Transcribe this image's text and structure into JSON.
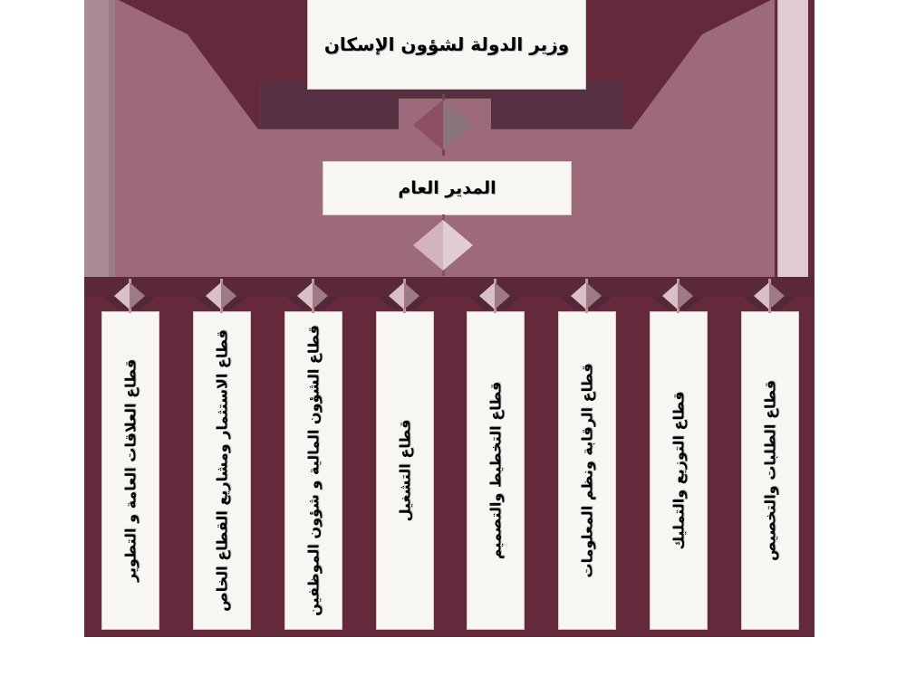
{
  "diagram": {
    "type": "organizational-chart",
    "language": "ar",
    "direction": "rtl",
    "title_box": {
      "label": "وزير الدولة لشؤون الإسكان"
    },
    "second_box": {
      "label": "المدير العام"
    },
    "sectors": [
      {
        "id": "sector-1",
        "label": "قطاع العلاقات العامة و التطوير"
      },
      {
        "id": "sector-2",
        "label": "قطاع الاستثمار ومشاريع القطاع الخاص"
      },
      {
        "id": "sector-3",
        "label": "قطاع الشؤون المالية و شؤون الموظفين"
      },
      {
        "id": "sector-4",
        "label": "قطاع التشغيل"
      },
      {
        "id": "sector-5",
        "label": "قطاع التخطيط والتصميم"
      },
      {
        "id": "sector-6",
        "label": "قطاع الرقابة ونظم المعلومات"
      },
      {
        "id": "sector-7",
        "label": "قطاع التوزيع والتمليك"
      },
      {
        "id": "sector-8",
        "label": "قطاع الطلبات والتخصيص"
      }
    ],
    "connectors": [
      {
        "id": "connector-minister-director",
        "shape": "diamond"
      },
      {
        "id": "connector-director-sectors",
        "shape": "diamond"
      }
    ],
    "colors": {
      "dark_maroon": "#65293c",
      "mid_maroon": "#553040",
      "rose": "#9c6a7a",
      "light_mauve": "#a98c96",
      "pale_pink": "#e0ccd0",
      "box_fill": "#f7f6f2",
      "page_background": "#ffffff"
    }
  }
}
